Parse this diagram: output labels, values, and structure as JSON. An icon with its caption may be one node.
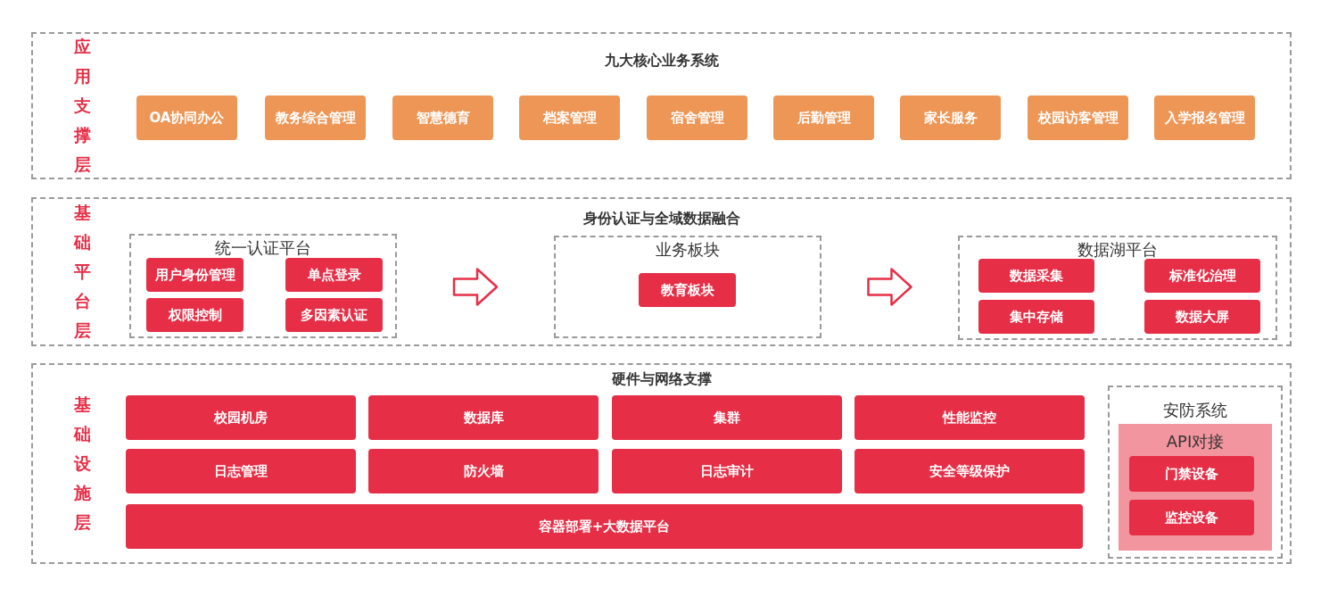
{
  "diagram": {
    "nodes": [
      {
        "text": [
          "应用支撑层",
          "九大核心业务系统"
        ]
      },
      {
        "text": [
          "OA协同办公"
        ],
        "in": 0
      },
      {
        "text": [
          "教务综合管理"
        ],
        "in": 0
      },
      {
        "text": [
          "智慧德育"
        ],
        "in": 0
      },
      {
        "text": [
          "档案管理"
        ],
        "in": 0
      },
      {
        "text": [
          "宿舍管理"
        ],
        "in": 0
      },
      {
        "text": [
          "后勤管理"
        ],
        "in": 0
      },
      {
        "text": [
          "家长服务"
        ],
        "in": 0
      },
      {
        "text": [
          "校园访客管理"
        ],
        "in": 0
      },
      {
        "text": [
          "入学报名管理"
        ],
        "in": 0
      },
      {
        "text": [
          "基础平台层",
          "身份认证与全域数据融合"
        ]
      },
      {
        "text": [
          "统一认证平台"
        ],
        "in": 10
      },
      {
        "text": [
          "用户身份管理"
        ],
        "in": 11
      },
      {
        "text": [
          "单点登录"
        ],
        "in": 11
      },
      {
        "text": [
          "权限控制"
        ],
        "in": 11
      },
      {
        "text": [
          "多因素认证"
        ],
        "in": 11
      },
      {
        "text": [
          "业务板块"
        ],
        "in": 10
      },
      {
        "text": [
          "教育板块"
        ],
        "in": 16
      },
      {
        "text": [
          "数据湖平台"
        ],
        "in": 10
      },
      {
        "text": [
          "数据采集"
        ],
        "in": 18
      },
      {
        "text": [
          "标准化治理"
        ],
        "in": 18
      },
      {
        "text": [
          "集中存储"
        ],
        "in": 18
      },
      {
        "text": [
          "数据大屏"
        ],
        "in": 18
      },
      {
        "text": [
          "基础设施层",
          "硬件与网络支撑"
        ]
      },
      {
        "text": [
          "校园机房"
        ],
        "in": 23
      },
      {
        "text": [
          "数据库"
        ],
        "in": 23
      },
      {
        "text": [
          "集群"
        ],
        "in": 23
      },
      {
        "text": [
          "性能监控"
        ],
        "in": 23
      },
      {
        "text": [
          "日志管理"
        ],
        "in": 23
      },
      {
        "text": [
          "防火墙"
        ],
        "in": 23
      },
      {
        "text": [
          "日志审计"
        ],
        "in": 23
      },
      {
        "text": [
          "安全等级保护"
        ],
        "in": 23
      },
      {
        "text": [
          "容器部署+大数据平台"
        ],
        "in": 23
      },
      {
        "text": [
          "安防系统"
        ],
        "in": 23
      },
      {
        "text": [
          "API对接"
        ],
        "in": 33
      },
      {
        "text": [
          "门禁设备"
        ],
        "in": 34
      },
      {
        "text": [
          "监控设备"
        ],
        "in": 34
      }
    ],
    "edges": [
      {
        "from": 11,
        "to": 16,
        "arrow": "to"
      },
      {
        "from": 16,
        "to": 18,
        "arrow": "to"
      }
    ]
  }
}
